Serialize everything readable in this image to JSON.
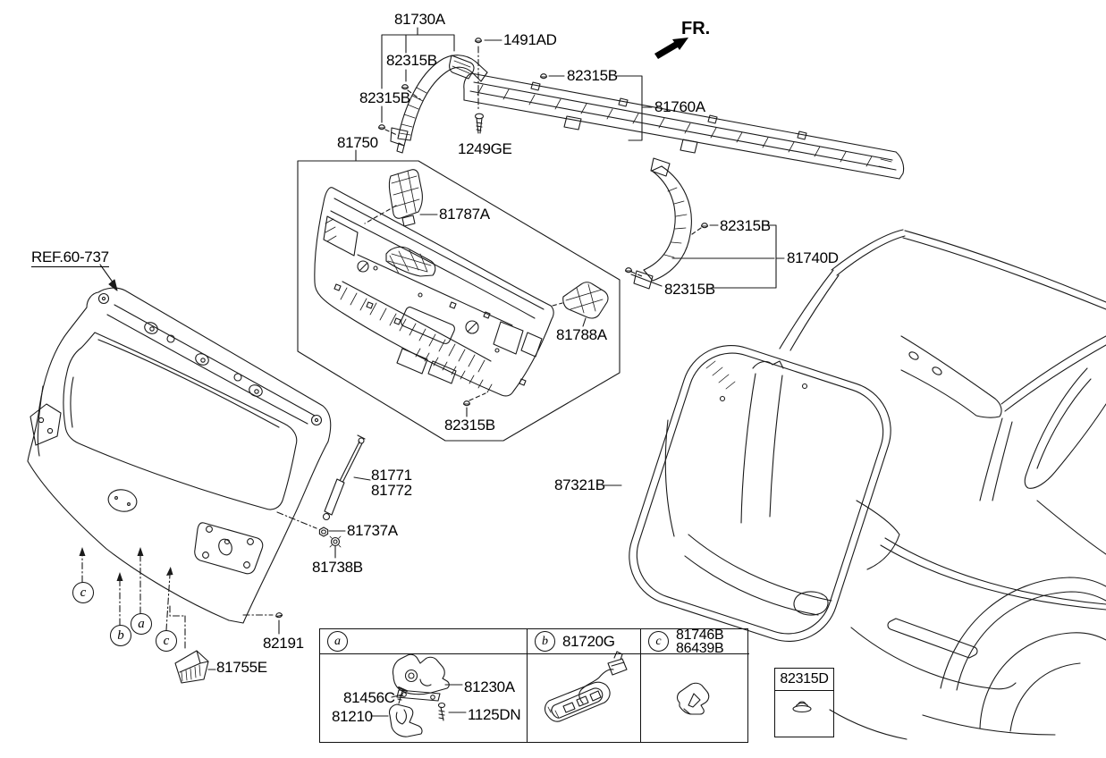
{
  "orientation": {
    "fr_label": "FR."
  },
  "reference": {
    "label": "REF.60-737"
  },
  "callouts": {
    "p81730A": "81730A",
    "p82315B": "82315B",
    "p1491AD": "1491AD",
    "p81760A": "81760A",
    "p1249GE": "1249GE",
    "p81750": "81750",
    "p81787A": "81787A",
    "p81788A": "81788A",
    "p81740D": "81740D",
    "p87321B": "87321B",
    "p81771": "81771",
    "p81772": "81772",
    "p81737A": "81737A",
    "p81738B": "81738B",
    "p82191": "82191",
    "p81755E": "81755E",
    "p82315D": "82315D"
  },
  "markers": {
    "a": "a",
    "b": "b",
    "c": "c"
  },
  "legend": {
    "columns": [
      {
        "letter": "a",
        "parts": [
          "81230A",
          "81456C",
          "81210",
          "1125DN"
        ]
      },
      {
        "letter": "b",
        "parts": [
          "81720G"
        ]
      },
      {
        "letter": "c",
        "parts": [
          "81746B",
          "86439B"
        ]
      }
    ]
  },
  "colors": {
    "line": "#1a1a1a",
    "text": "#000000",
    "background": "#ffffff"
  }
}
